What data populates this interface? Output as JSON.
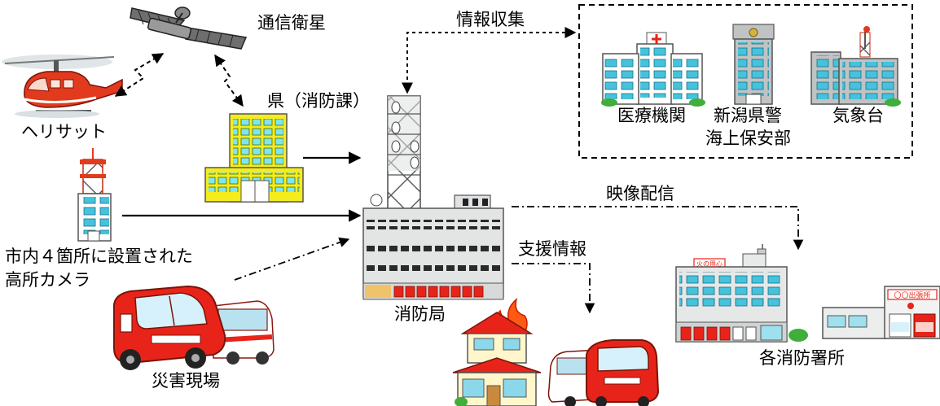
{
  "labels": {
    "satellite": "通信衛星",
    "info_collection": "情報収集",
    "prefecture": "県（消防課）",
    "heliport": "ヘリサット",
    "camera_line1": "市内４箇所に設置された",
    "camera_line2": "高所カメラ",
    "disaster_site": "災害現場",
    "fire_hq": "消防局",
    "support_info": "支援情報",
    "video_distribution": "映像配信",
    "medical": "医療機関",
    "police": "新潟県警",
    "coast_guard": "海上保安部",
    "weather": "気象台",
    "stations": "各消防署所"
  },
  "signs": {
    "station_main": "火の用心",
    "station_branch": "〇〇出張所"
  },
  "colors": {
    "heli_red": "#e23a1c",
    "pref_yellow": "#f5ec1e",
    "window_cyan": "#45c3dc",
    "building_gray": "#bfc3c4",
    "fire_orange": "#ff5a14",
    "truck_red": "#e8241a",
    "tree_green": "#3fae3a"
  }
}
